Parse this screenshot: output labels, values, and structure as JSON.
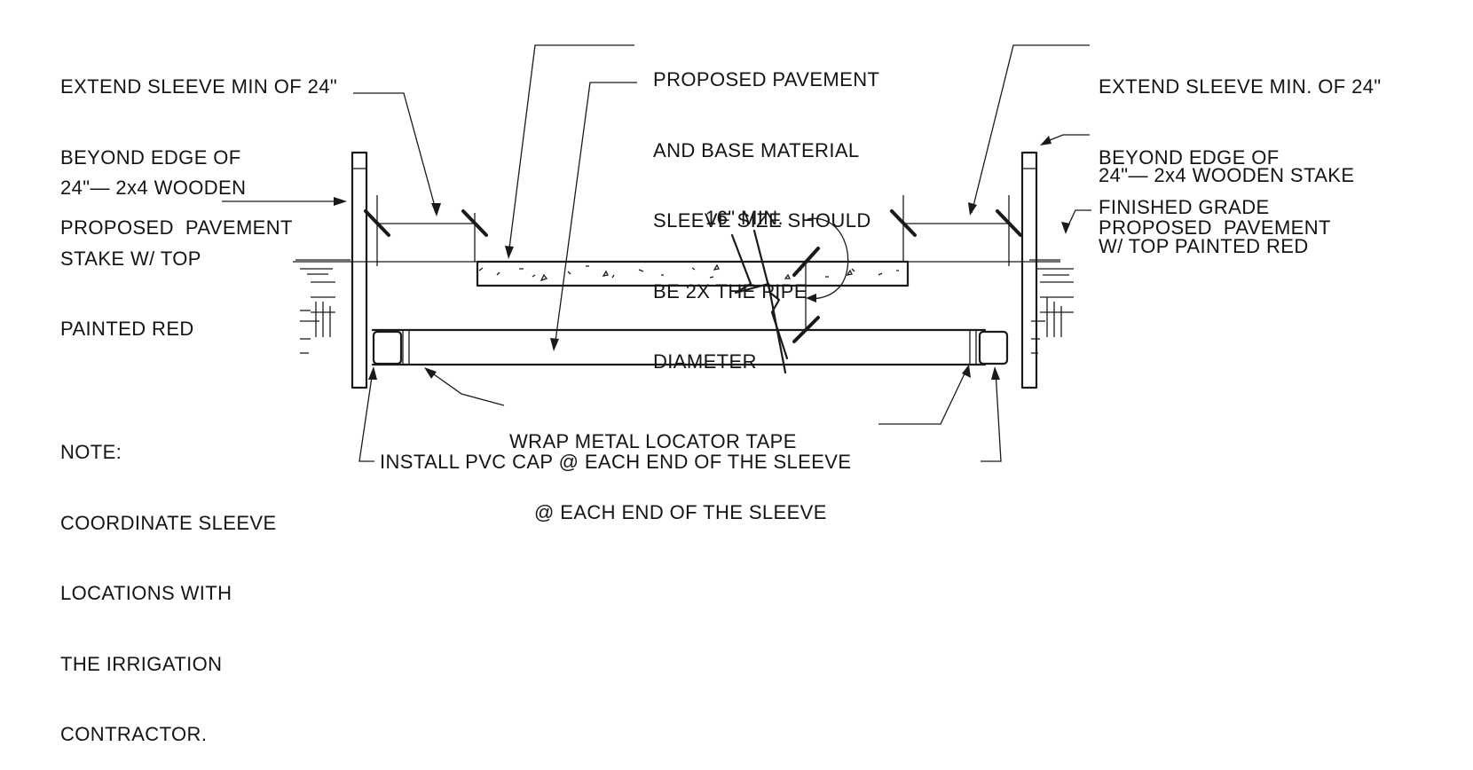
{
  "notes": {
    "sleeve_left": [
      "EXTEND SLEEVE MIN OF 24\"",
      "BEYOND EDGE OF",
      "PROPOSED  PAVEMENT"
    ],
    "stake_left": [
      "24\"— 2x4 WOODEN",
      "STAKE W/ TOP",
      "PAINTED RED"
    ],
    "pavement": [
      "PROPOSED PAVEMENT",
      "AND BASE MATERIAL",
      "SLEEVE SIZE SHOULD",
      "BE 2X THE PIPE",
      "DIAMETER"
    ],
    "sleeve_right": [
      "EXTEND SLEEVE MIN. OF 24\"",
      "BEYOND EDGE OF",
      "PROPOSED  PAVEMENT"
    ],
    "stake_right": [
      "24\"— 2x4 WOODEN STAKE",
      "W/ TOP PAINTED RED"
    ],
    "finished_grade": "FINISHED GRADE",
    "depth": "16\" MIN.",
    "locator_tape": [
      "WRAP METAL LOCATOR TAPE",
      "@ EACH END OF THE SLEEVE"
    ],
    "pvc_cap": "INSTALL PVC CAP @ EACH END OF THE SLEEVE",
    "general_note": [
      "NOTE:",
      "COORDINATE SLEEVE",
      "LOCATIONS WITH",
      "THE IRRIGATION",
      "CONTRACTOR."
    ]
  }
}
